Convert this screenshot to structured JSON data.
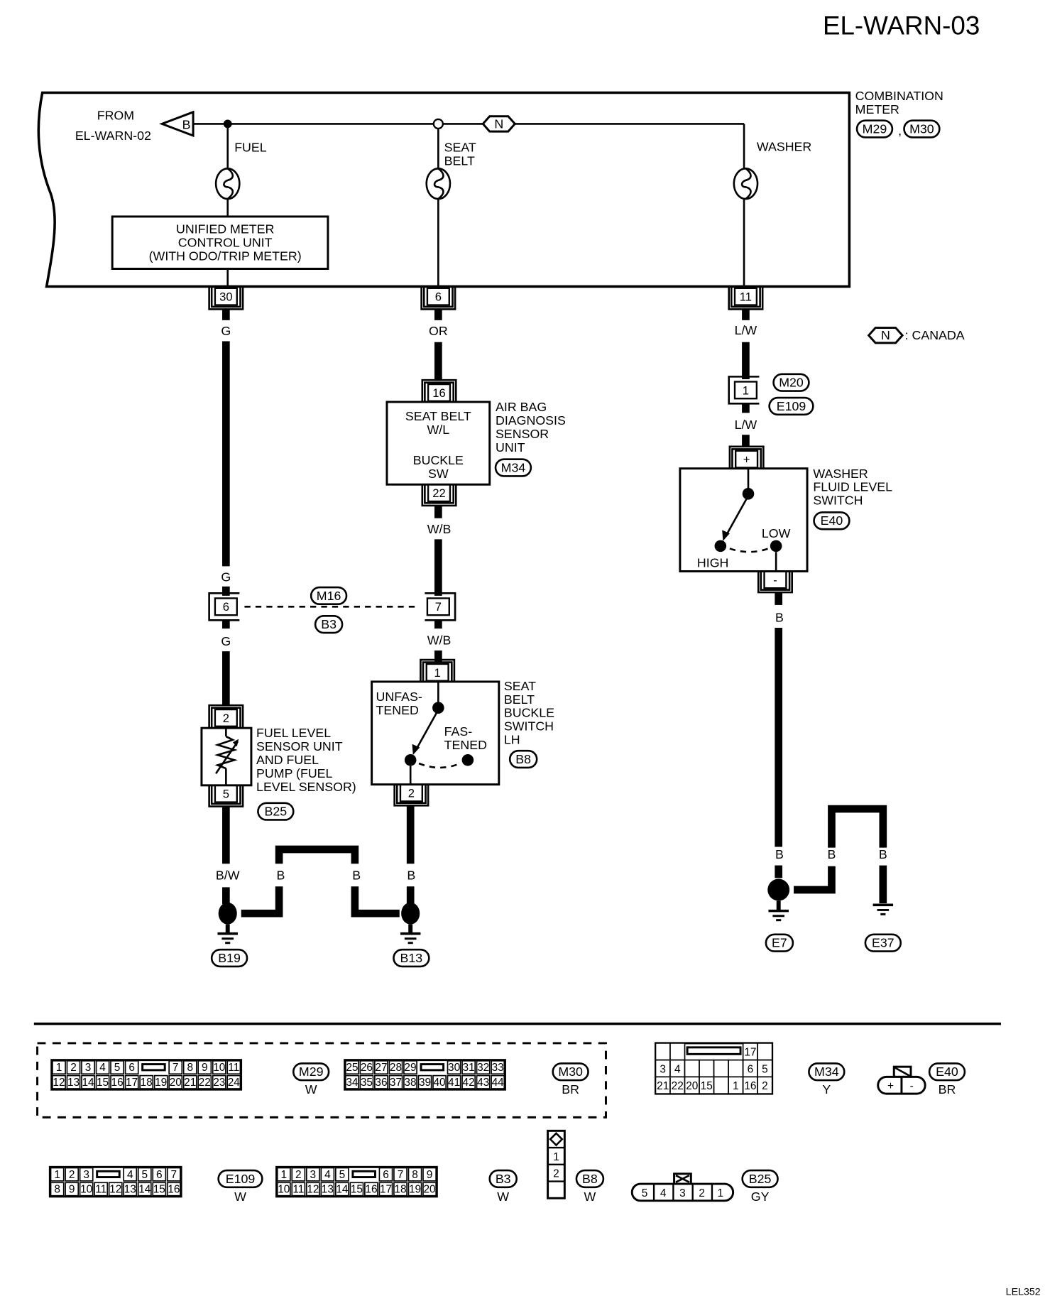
{
  "page": {
    "title": "EL-WARN-03",
    "figure_code": "LEL352"
  },
  "combination_meter": {
    "name_lines": [
      "COMBINATION",
      "METER"
    ],
    "connectors": [
      "M29",
      "M30"
    ],
    "from_lines": [
      "FROM",
      "EL-WARN-02"
    ],
    "from_tag": "B",
    "canada_tag": "N",
    "lamps": [
      {
        "lines": [
          "FUEL"
        ]
      },
      {
        "lines": [
          "SEAT",
          "BELT"
        ]
      },
      {
        "lines": [
          "WASHER"
        ]
      }
    ],
    "unified_meter_lines": [
      "UNIFIED METER",
      "CONTROL UNIT",
      "(WITH ODO/TRIP METER)"
    ],
    "pins": [
      "30",
      "6",
      "11"
    ]
  },
  "legend": {
    "tag": "N",
    "text": ": CANADA"
  },
  "fuel_circuit": {
    "wire_colors": [
      "G",
      "G",
      "G",
      "B/W"
    ],
    "joint_pin": "6",
    "joint_connectors": [
      "M16",
      "B3"
    ],
    "sensor_pins": [
      "2",
      "5"
    ],
    "sensor_lines": [
      "FUEL LEVEL",
      "SENSOR UNIT",
      "AND FUEL",
      "PUMP (FUEL",
      "LEVEL SENSOR)"
    ],
    "sensor_connector": "B25",
    "ground": "B19"
  },
  "seatbelt_circuit": {
    "wire_colors": [
      "OR",
      "W/B",
      "W/B"
    ],
    "airbag_pins": [
      "16",
      "22"
    ],
    "airbag_inner_lines": [
      "SEAT BELT",
      "W/L",
      "BUCKLE",
      "SW"
    ],
    "airbag_lines": [
      "AIR BAG",
      "DIAGNOSIS",
      "SENSOR",
      "UNIT"
    ],
    "airbag_connector": "M34",
    "joint_pin": "7",
    "switch_pins": [
      "1",
      "2"
    ],
    "switch_states": {
      "unfastened": [
        "UNFAS-",
        "TENED"
      ],
      "fastened": [
        "FAS-",
        "TENED"
      ]
    },
    "switch_lines": [
      "SEAT",
      "BELT",
      "BUCKLE",
      "SWITCH",
      "LH"
    ],
    "switch_connector": "B8",
    "ground_wire_colors": [
      "B",
      "B",
      "B"
    ],
    "ground": "B13"
  },
  "washer_circuit": {
    "wire_colors": [
      "L/W",
      "L/W",
      "B"
    ],
    "joint_pin": "1",
    "joint_connectors": [
      "M20",
      "E109"
    ],
    "switch_pins": [
      "+",
      "-"
    ],
    "switch_states": {
      "high": "HIGH",
      "low": "LOW"
    },
    "switch_lines": [
      "WASHER",
      "FLUID LEVEL",
      "SWITCH"
    ],
    "switch_connector": "E40",
    "ground_wire_colors": [
      "B",
      "B",
      "B"
    ],
    "grounds": [
      "E7",
      "E37"
    ]
  },
  "connector_views": [
    {
      "id": "M29",
      "color": "W",
      "top": [
        "1",
        "2",
        "3",
        "4",
        "5",
        "6",
        "",
        "7",
        "8",
        "9",
        "10",
        "11"
      ],
      "bottom": [
        "12",
        "13",
        "14",
        "15",
        "16",
        "17",
        "18",
        "19",
        "20",
        "21",
        "22",
        "23",
        "24"
      ]
    },
    {
      "id": "M30",
      "color": "BR",
      "top": [
        "25",
        "26",
        "27",
        "28",
        "29",
        "",
        "30",
        "31",
        "32",
        "33"
      ],
      "bottom": [
        "34",
        "35",
        "36",
        "37",
        "38",
        "39",
        "40",
        "41",
        "42",
        "43",
        "44"
      ]
    },
    {
      "id": "M34",
      "color": "Y",
      "rows": [
        [
          "",
          "",
          "",
          "",
          "",
          "",
          "17",
          ""
        ],
        [
          "3",
          "4",
          "",
          "",
          "",
          "",
          "6",
          "5"
        ],
        [
          "21",
          "22",
          "20",
          "15",
          "",
          "1",
          "16",
          "2"
        ]
      ]
    },
    {
      "id": "E40",
      "color": "BR",
      "pins": [
        "+",
        "-"
      ]
    },
    {
      "id": "E109",
      "color": "W",
      "top": [
        "1",
        "2",
        "3",
        "",
        "4",
        "5",
        "6",
        "7"
      ],
      "bottom": [
        "8",
        "9",
        "10",
        "11",
        "12",
        "13",
        "14",
        "15",
        "16"
      ]
    },
    {
      "id": "B3",
      "color": "W",
      "top": [
        "1",
        "2",
        "3",
        "4",
        "5",
        "",
        "6",
        "7",
        "8",
        "9"
      ],
      "bottom": [
        "10",
        "11",
        "12",
        "13",
        "14",
        "15",
        "16",
        "17",
        "18",
        "19",
        "20"
      ]
    },
    {
      "id": "B8",
      "color": "W",
      "pins": [
        "1",
        "2"
      ]
    },
    {
      "id": "B25",
      "color": "GY",
      "pins": [
        "5",
        "4",
        "3",
        "2",
        "1"
      ]
    }
  ]
}
